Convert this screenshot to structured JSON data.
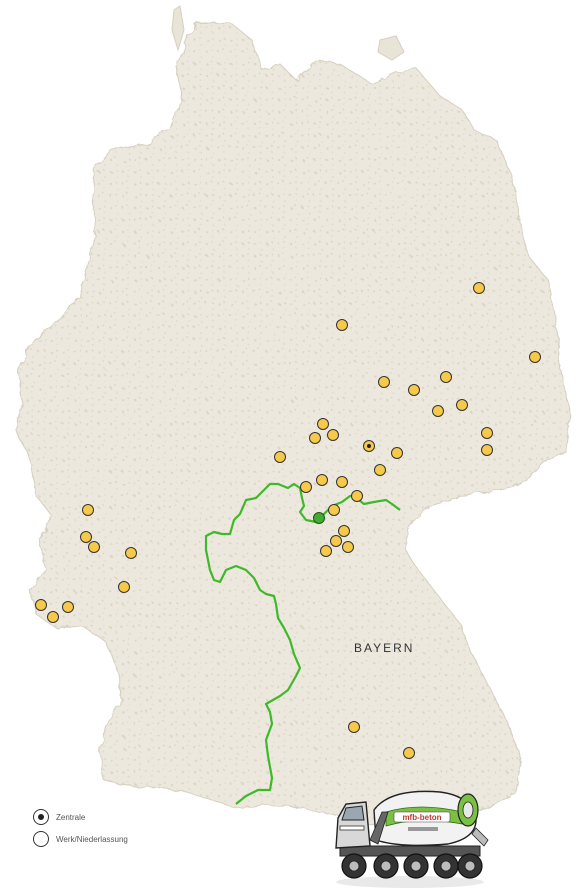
{
  "region_label": "BAYERN",
  "colors": {
    "land": "#ebe7dc",
    "land_edge": "#d9d3c4",
    "border": "#3fb82a",
    "marker_fill": "#f7c94a",
    "marker_stroke": "#333333",
    "hq_marker": "#44aa33"
  },
  "legend": {
    "hq": "Zentrale",
    "plant": "Werk/Niederlassung"
  },
  "truck_brand": "mfb-beton",
  "icons": {
    "truck": "concrete-mixer-truck-icon"
  }
}
